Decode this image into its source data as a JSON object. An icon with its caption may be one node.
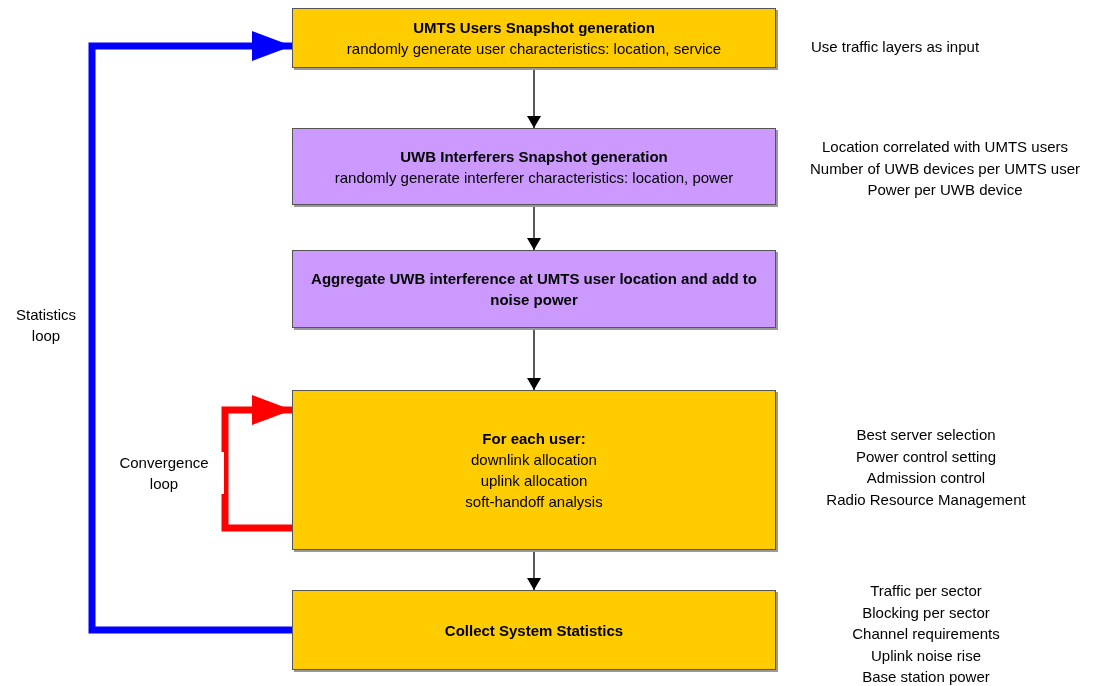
{
  "diagram": {
    "nodes": [
      {
        "text": [
          "UMTS Users Snapshot generation",
          "randomly generate user characteristics: location, service"
        ],
        "beside": [
          "Use traffic layers as input"
        ]
      },
      {
        "text": [
          "UWB Interferers Snapshot generation",
          "randomly generate interferer characteristics: location, power"
        ],
        "beside": [
          "Location correlated with UMTS users",
          "Number of UWB devices per UMTS user",
          "Power per UWB device"
        ]
      },
      {
        "text": [
          "Aggregate UWB interference at UMTS user location and add to noise power"
        ]
      },
      {
        "text": [
          "For each user:",
          "downlink allocation",
          "uplink allocation",
          "soft-handoff analysis"
        ],
        "beside": [
          "Best server selection",
          "Power control setting",
          "Admission control",
          "Radio Resource Management"
        ]
      },
      {
        "text": [
          "Collect System Statistics"
        ],
        "beside": [
          "Traffic per sector",
          "Blocking per sector",
          "Channel requirements",
          "Uplink noise rise",
          "Base station power"
        ]
      }
    ],
    "edges": [
      {
        "from": 0,
        "to": 1,
        "arrow": "to"
      },
      {
        "from": 1,
        "to": 2,
        "arrow": "to"
      },
      {
        "from": 2,
        "to": 3,
        "arrow": "to"
      },
      {
        "from": 3,
        "to": 4,
        "arrow": "to"
      },
      {
        "from": 4,
        "to": 0,
        "arrow": "to",
        "label": "Statistics loop",
        "style": "thick",
        "color": "#0000ff"
      },
      {
        "from": 3,
        "to": 3,
        "arrow": "to",
        "label": "Convergence loop",
        "style": "thick",
        "color": "#ff0000"
      }
    ]
  }
}
